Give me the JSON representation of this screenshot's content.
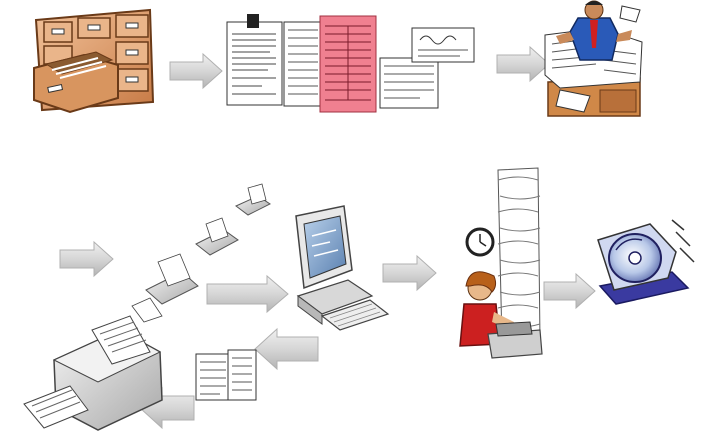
{
  "diagram": {
    "nodes": [
      {
        "id": "filing-cabinet",
        "icon": "filing-cabinet-icon"
      },
      {
        "id": "paper-forms",
        "icon": "paper-forms-icon"
      },
      {
        "id": "overwhelmed-clerk",
        "icon": "overwhelmed-clerk-icon"
      },
      {
        "id": "printers",
        "icon": "printer-stack-icon"
      },
      {
        "id": "computer",
        "icon": "desktop-computer-icon"
      },
      {
        "id": "worker-paper-pile",
        "icon": "worker-with-paper-stack-icon"
      },
      {
        "id": "disk-archive",
        "icon": "optical-disk-icon"
      },
      {
        "id": "printed-forms",
        "icon": "printed-forms-icon"
      }
    ],
    "flows": [
      [
        "filing-cabinet",
        "paper-forms"
      ],
      [
        "paper-forms",
        "overwhelmed-clerk"
      ],
      [
        "printers",
        "computer"
      ],
      [
        "computer",
        "worker-paper-pile"
      ],
      [
        "worker-paper-pile",
        "disk-archive"
      ],
      [
        "computer",
        "printed-forms"
      ],
      [
        "printed-forms",
        "printers"
      ]
    ],
    "colors": {
      "arrow_fill": "#d9d9d9",
      "arrow_edge": "#b8b8b8",
      "cabinet": "#e8a878",
      "pink_form": "#f08090",
      "clerk_shirt": "#2a5ab8",
      "clerk_tie": "#d02020",
      "worker_shirt": "#cc2020",
      "worker_hair": "#b8601a",
      "monitor_screen": "#7aa2d0",
      "disk_frame": "#3a3aa0"
    }
  }
}
